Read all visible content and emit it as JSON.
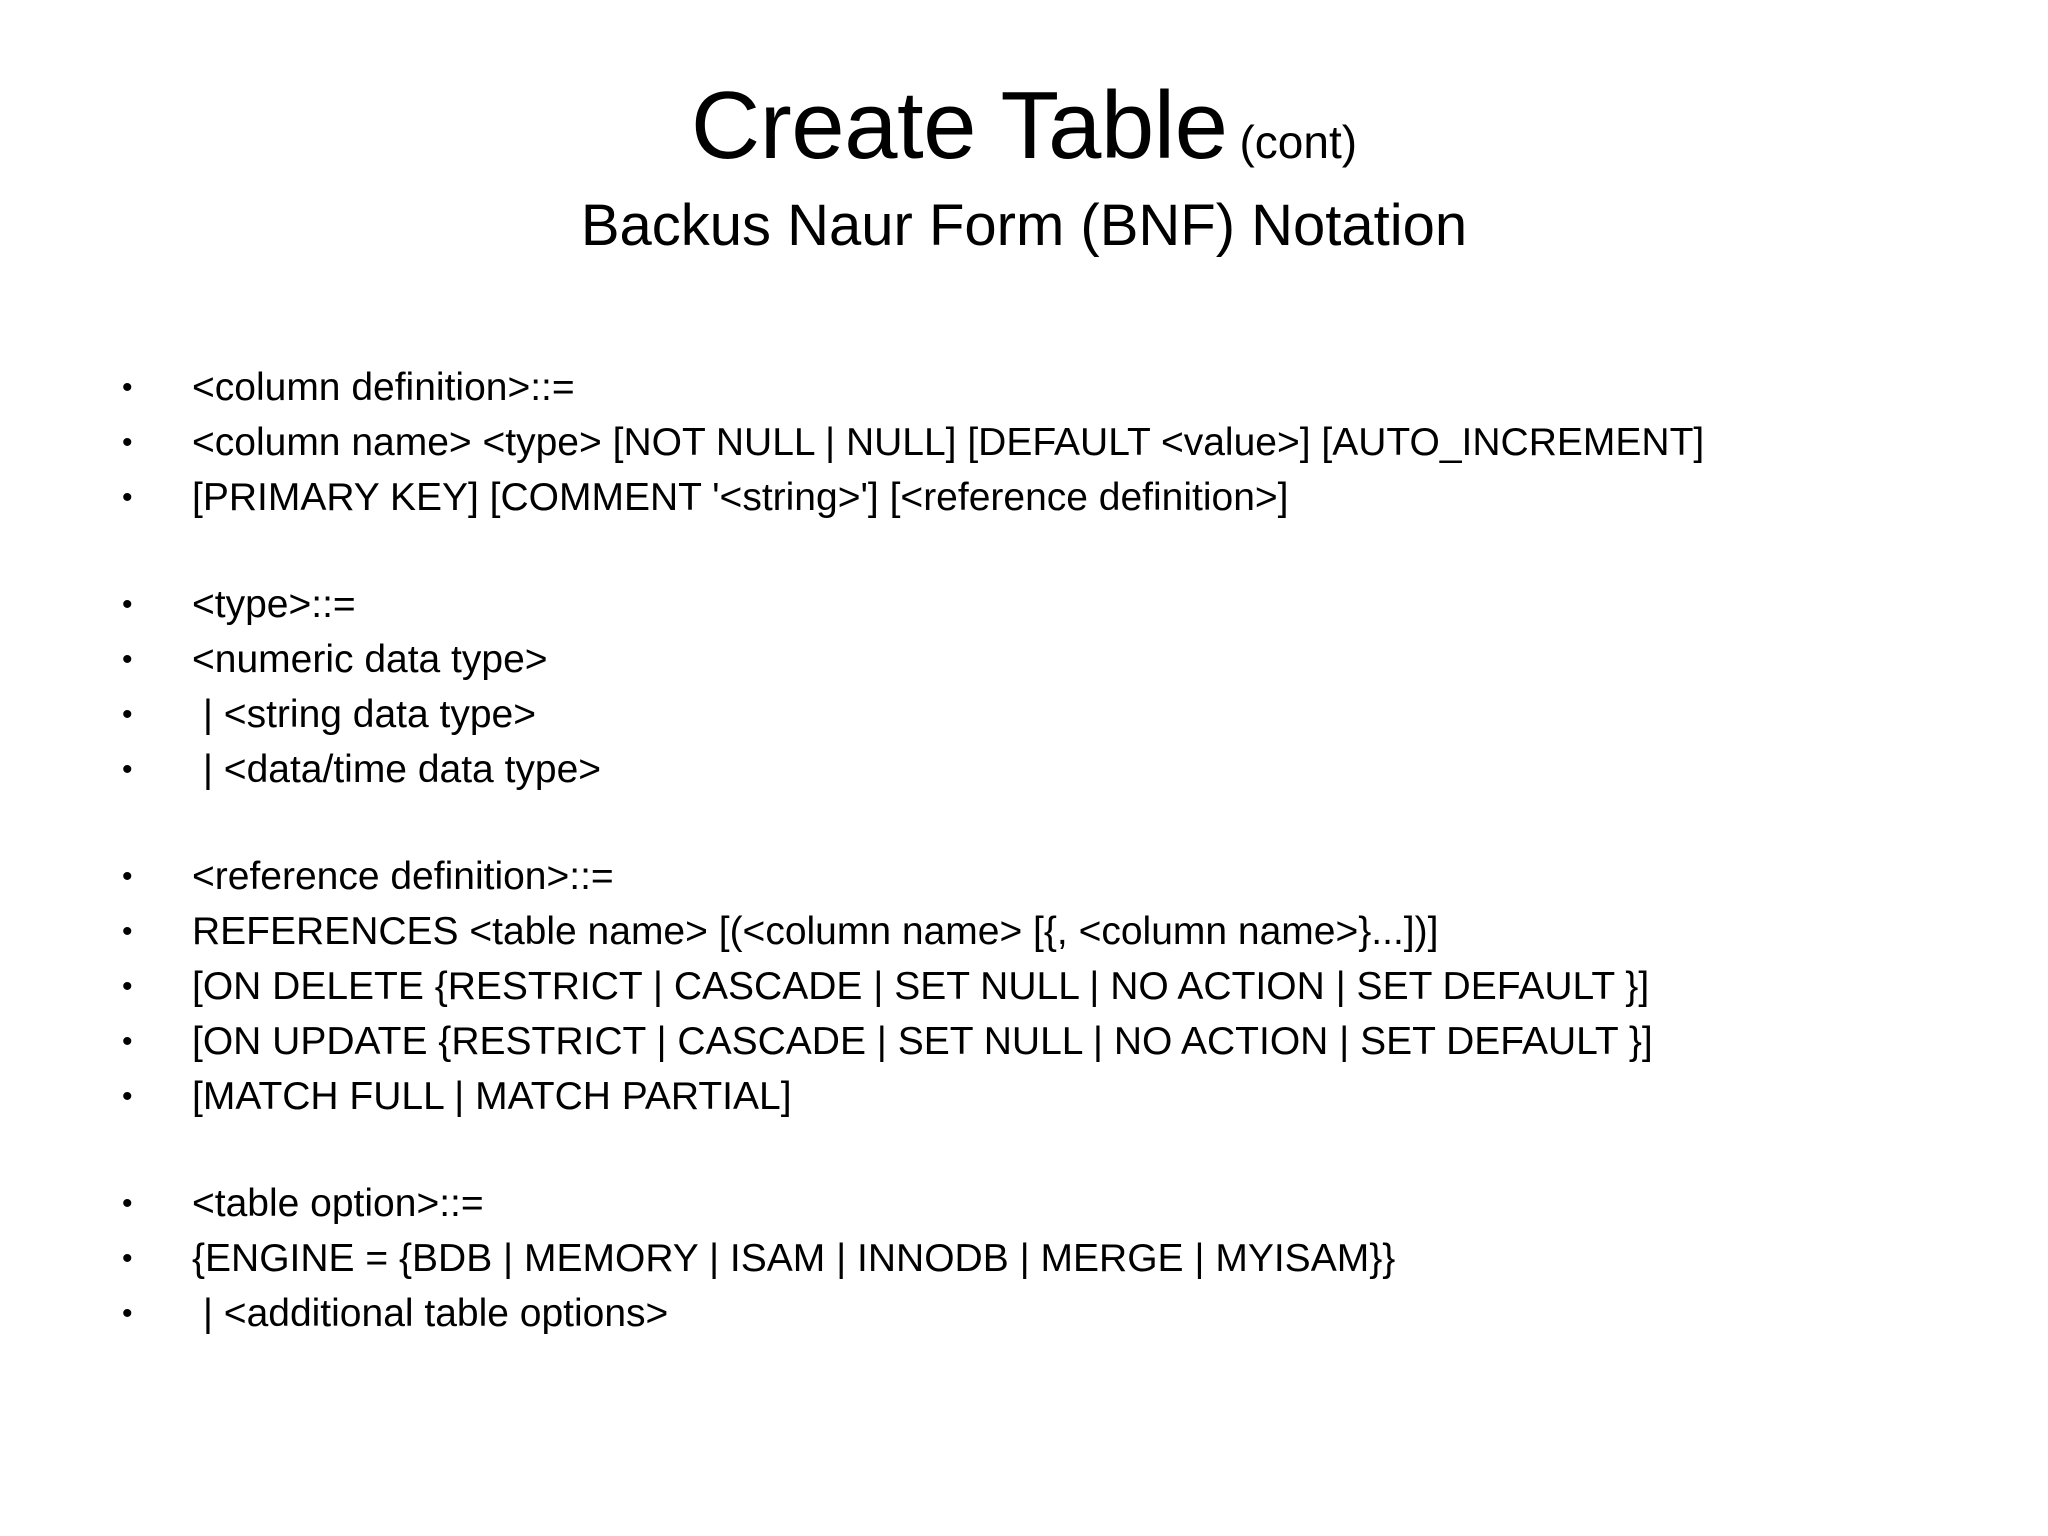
{
  "slide": {
    "background_color": "#ffffff",
    "text_color": "#000000",
    "title": {
      "main": "Create Table",
      "suffix": "(cont)",
      "subtitle": "Backus Naur Form (BNF) Notation"
    },
    "bullet_marker": "•",
    "groups": [
      {
        "id": "column-definition",
        "lines": [
          "<column definition>::=",
          "<column name> <type> [NOT NULL | NULL] [DEFAULT <value>] [AUTO_INCREMENT]",
          "[PRIMARY KEY] [COMMENT '<string>'] [<reference definition>]"
        ]
      },
      {
        "id": "type",
        "lines": [
          "<type>::=",
          "<numeric data type>",
          " | <string data type>",
          " | <data/time data type>"
        ]
      },
      {
        "id": "reference-definition",
        "lines": [
          "<reference definition>::=",
          "REFERENCES <table name> [(<column name> [{, <column name>}...])]",
          "[ON DELETE {RESTRICT | CASCADE | SET NULL | NO ACTION | SET DEFAULT }]",
          "[ON UPDATE {RESTRICT | CASCADE | SET NULL | NO ACTION | SET DEFAULT }]",
          "[MATCH FULL | MATCH PARTIAL]"
        ]
      },
      {
        "id": "table-option",
        "lines": [
          "<table option>::=",
          "{ENGINE = {BDB | MEMORY | ISAM | INNODB | MERGE | MYISAM}}",
          " | <additional table options>"
        ]
      }
    ]
  }
}
